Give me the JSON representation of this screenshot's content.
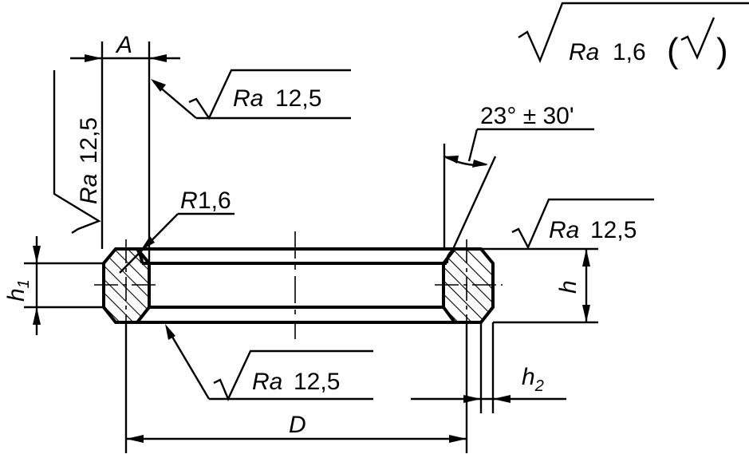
{
  "diagram": {
    "general_roughness": {
      "prefix": "Ra",
      "value": "1,6",
      "paren_open": "(",
      "paren_close": ")"
    },
    "roughness_marks": [
      {
        "prefix": "Ra",
        "value": "12,5"
      },
      {
        "prefix": "Ra",
        "value": "12,5"
      },
      {
        "prefix": "Ra",
        "value": "12,5"
      },
      {
        "prefix": "Ra",
        "value": "12,5"
      }
    ],
    "radius_label": {
      "prefix": "R",
      "value": "1,6"
    },
    "angle_label": "23° ± 30'",
    "dimensions": {
      "A": "A",
      "D": "D",
      "h": "h",
      "h1_base": "h",
      "h1_sub": "1",
      "h2_base": "h",
      "h2_sub": "2"
    }
  }
}
